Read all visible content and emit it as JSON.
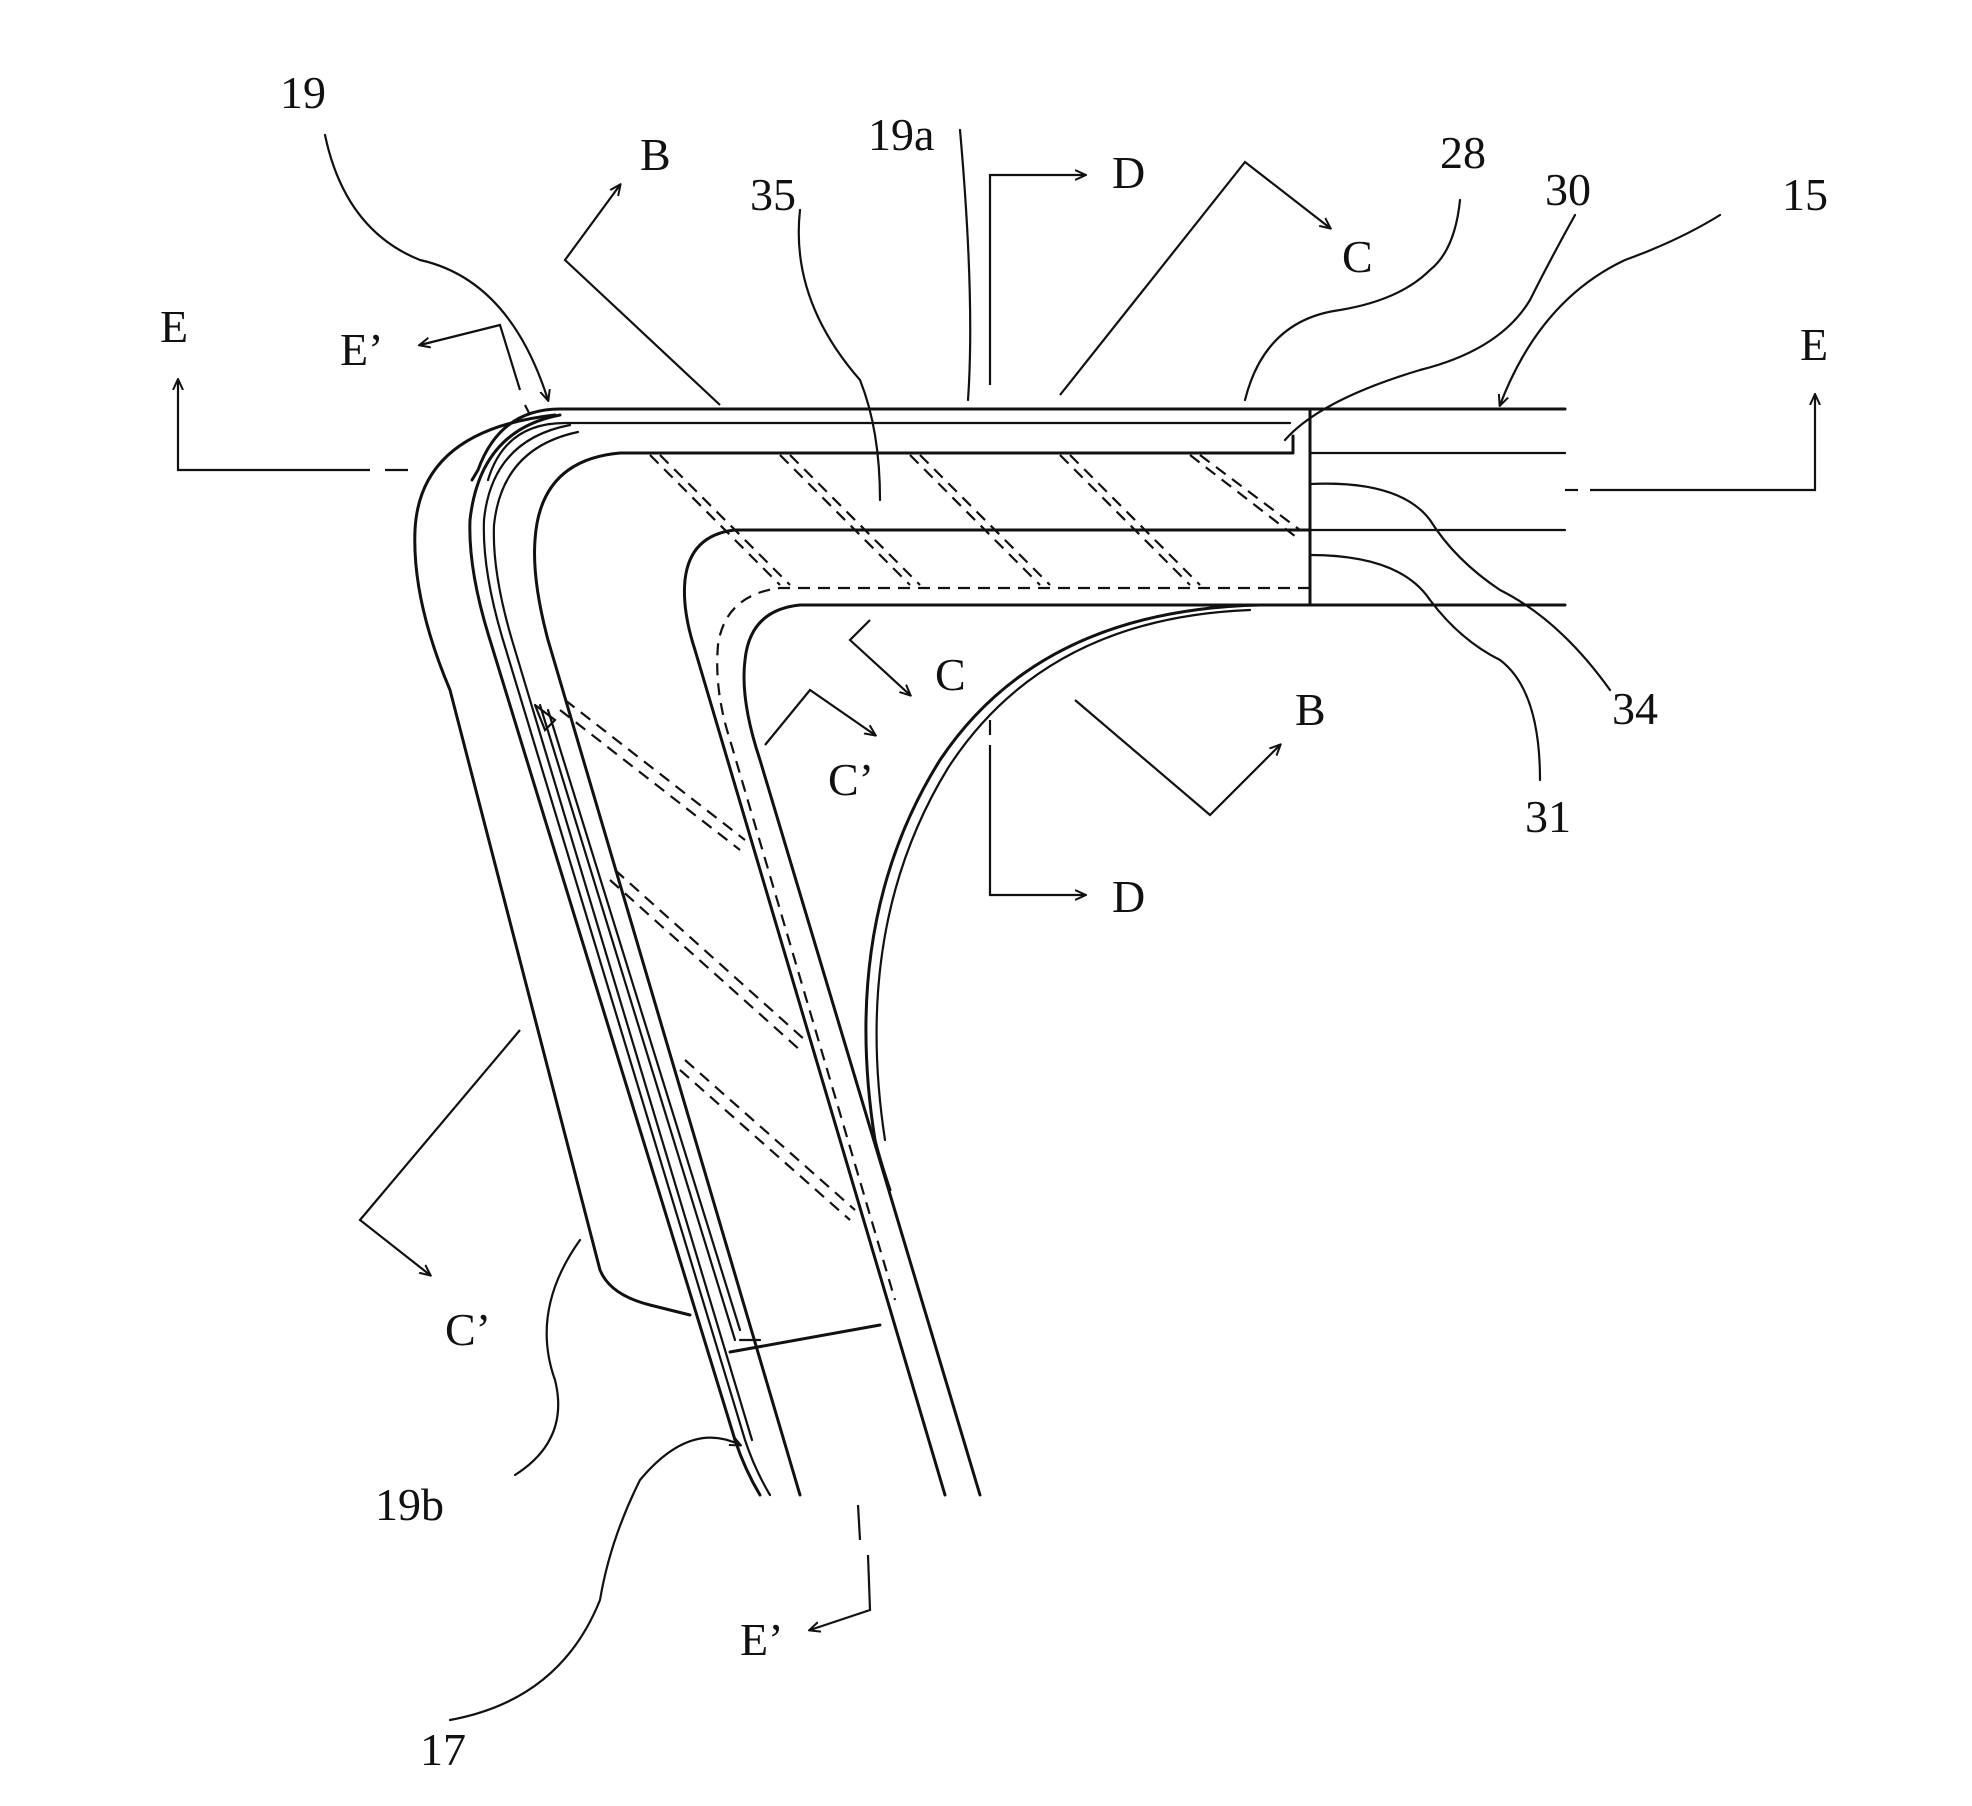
{
  "labels": {
    "l19": "19",
    "l19a": "19a",
    "l19b": "19b",
    "l28": "28",
    "l30": "30",
    "l15": "15",
    "l34": "34",
    "l31": "31",
    "l35": "35",
    "l17": "17",
    "B_top": "B",
    "B_bottom": "B",
    "C_top": "C",
    "C_mid": "C",
    "Cp_mid": "C’",
    "Cp_left": "C’",
    "D_top": "D",
    "D_bottom": "D",
    "E_left": "E",
    "E_right": "E",
    "Ep_top": "E’",
    "Ep_bottom": "E’"
  }
}
